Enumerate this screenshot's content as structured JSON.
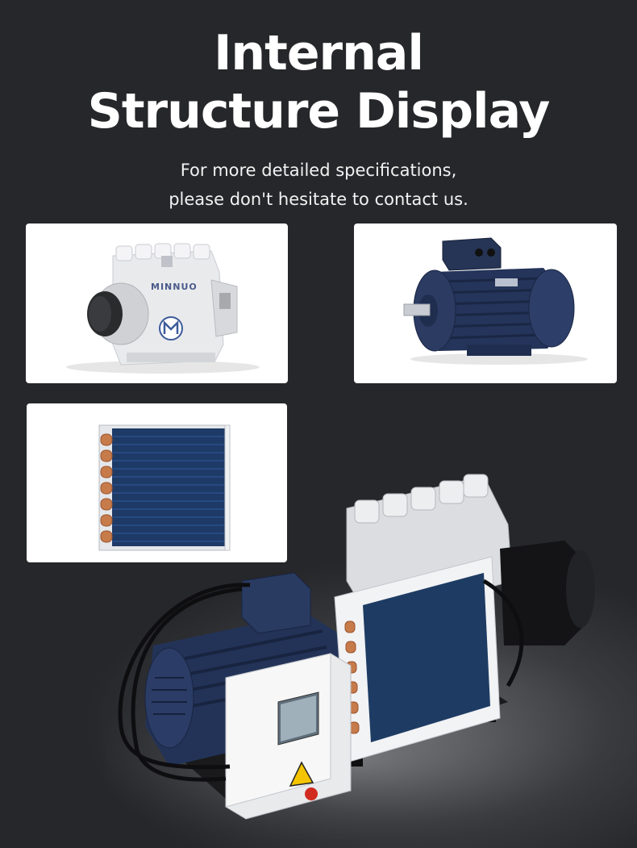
{
  "heading": {
    "line1": "Internal",
    "line2": "Structure Display"
  },
  "subheading": {
    "line1": "For more detailed specifications,",
    "line2": "please don't hesitate to contact us."
  },
  "cards": [
    {
      "brand": "MINNUO",
      "icon": "vacuum-pump-icon"
    },
    {
      "icon": "electric-motor-icon"
    },
    {
      "icon": "heat-exchanger-icon"
    }
  ],
  "hero": {
    "icon": "assembled-vacuum-pump-unit-icon"
  },
  "colors": {
    "background": "#26272a",
    "motor_blue": "#1f2d4f",
    "cooler_blue": "#1d3a66",
    "copper": "#c77a4a"
  }
}
